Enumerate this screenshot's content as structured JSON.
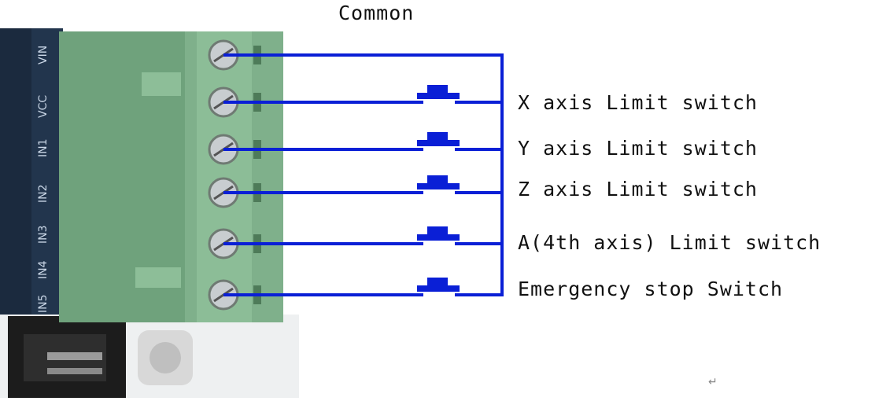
{
  "diagram": {
    "common_label": "Common",
    "switches": [
      {
        "label": "X axis Limit switch"
      },
      {
        "label": "Y axis Limit switch"
      },
      {
        "label": "Z axis Limit switch"
      },
      {
        "label": "A(4th axis) Limit switch"
      },
      {
        "label": "Emergency stop Switch"
      }
    ],
    "pcb_labels": [
      "VIN",
      "VCC",
      "IN1",
      "IN2",
      "IN3",
      "IN4",
      "IN5"
    ],
    "return_mark": "↵"
  },
  "colors": {
    "wire": "#0a1fd6",
    "terminal_block": "#7fb08b",
    "pcb": "#1b2a3e",
    "switch": "#0a1fd6"
  }
}
